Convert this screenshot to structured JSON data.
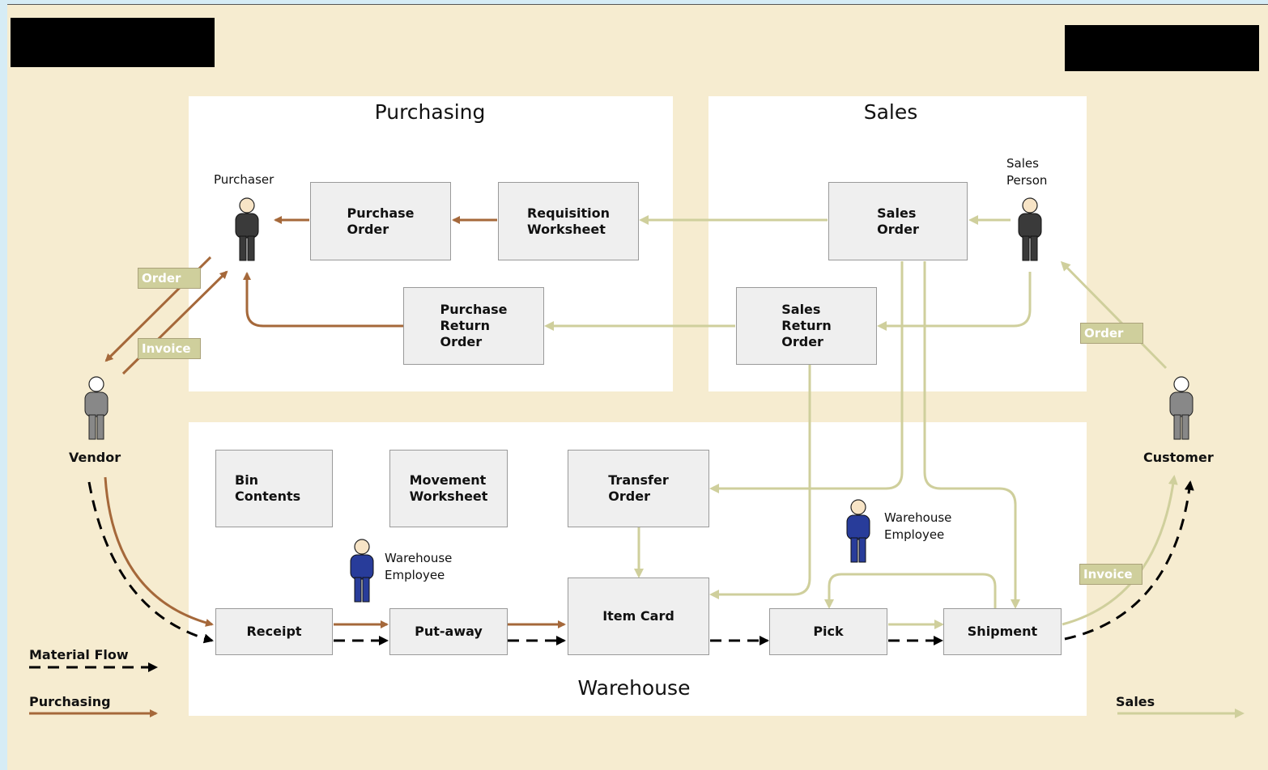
{
  "sections": {
    "purchasing": "Purchasing",
    "sales": "Sales",
    "warehouse": "Warehouse"
  },
  "boxes": {
    "purchase_order": "Purchase\nOrder",
    "requisition_worksheet": "Requisition\nWorksheet",
    "sales_order": "Sales\nOrder",
    "purchase_return_order": "Purchase\nReturn\nOrder",
    "sales_return_order": "Sales\nReturn\nOrder",
    "bin_contents": "Bin\nContents",
    "movement_worksheet": "Movement\nWorksheet",
    "transfer_order": "Transfer\nOrder",
    "receipt": "Receipt",
    "put_away": "Put-away",
    "item_card": "Item Card",
    "pick": "Pick",
    "shipment": "Shipment"
  },
  "people": {
    "purchaser": "Purchaser",
    "sales_person": "Sales\nPerson",
    "vendor": "Vendor",
    "customer": "Customer",
    "warehouse_employee_1": "Warehouse\nEmployee",
    "warehouse_employee_2": "Warehouse\nEmployee"
  },
  "tags": {
    "vendor_order": "Order",
    "vendor_invoice": "Invoice",
    "customer_order": "Order",
    "customer_invoice": "Invoice"
  },
  "legend": {
    "material_flow": "Material Flow",
    "purchasing": "Purchasing",
    "sales": "Sales"
  },
  "colors": {
    "purchasing_flow": "#a5683a",
    "sales_flow": "#cfcf9c",
    "material_flow": "#000000",
    "background": "#f6ecd0",
    "panel": "#ffffff",
    "box": "#efefef",
    "warehouse_employee": "#283c9a",
    "staff": "#3a3a3a",
    "external": "#888888"
  },
  "icons": {
    "person": "person-icon"
  }
}
